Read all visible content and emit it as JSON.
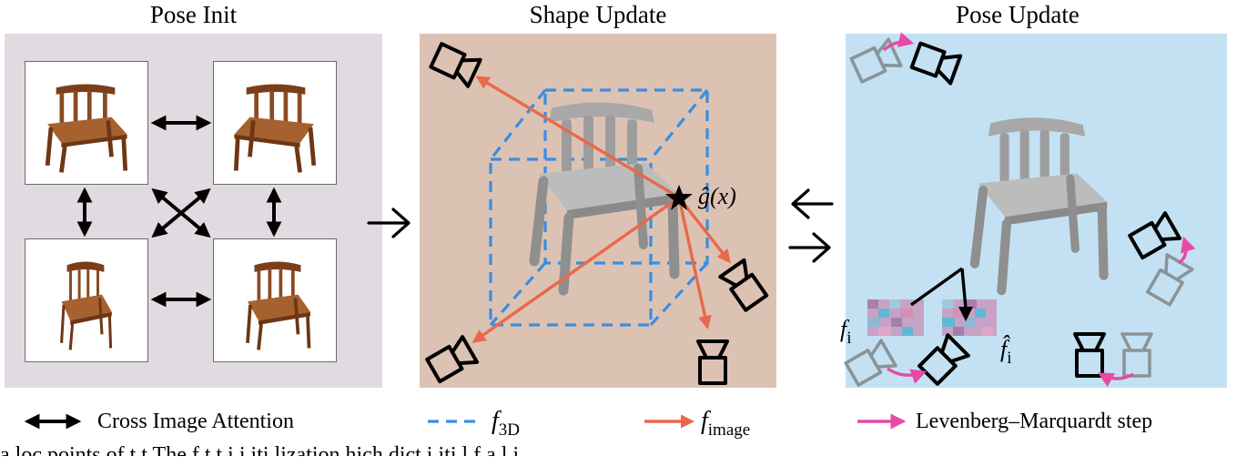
{
  "titles": {
    "pose_init": "Pose Init",
    "shape_update": "Shape Update",
    "pose_update": "Pose Update"
  },
  "labels": {
    "g_hat": "ĝ(x)",
    "f_i": "f",
    "f_i_sub": "i",
    "f_hat_i": "f̂",
    "f_hat_i_sub": "i"
  },
  "legend": {
    "cross_attention": "Cross Image Attention",
    "f3d": "f",
    "f3d_sub": "3D",
    "fimage": "f",
    "fimage_sub": "image",
    "lm_step": "Levenberg–Marquardt step"
  },
  "bottom_text": "    a  loc  points of t    t       The f    t  t    i      i iti lization  hich    dict    i iti l       f   a    l i",
  "colors": {
    "pose_init_bg": "#e1dbe1",
    "shape_update_bg": "#dcc2b3",
    "pose_update_bg": "#c3e1f3",
    "attention_arrow": "#000000",
    "f3d_dashed": "#3a8ee0",
    "fimage_arrow": "#e8694a",
    "lm_arrow": "#e64aa4",
    "camera_ghost": "#8a9498",
    "chair_wood": "#8a4b22",
    "chair_gray": "#9d9d9d"
  },
  "icons": [
    "camera-icon",
    "star-icon",
    "chair-render",
    "double-arrow-icon",
    "right-arrow-icon",
    "left-arrow-icon"
  ]
}
